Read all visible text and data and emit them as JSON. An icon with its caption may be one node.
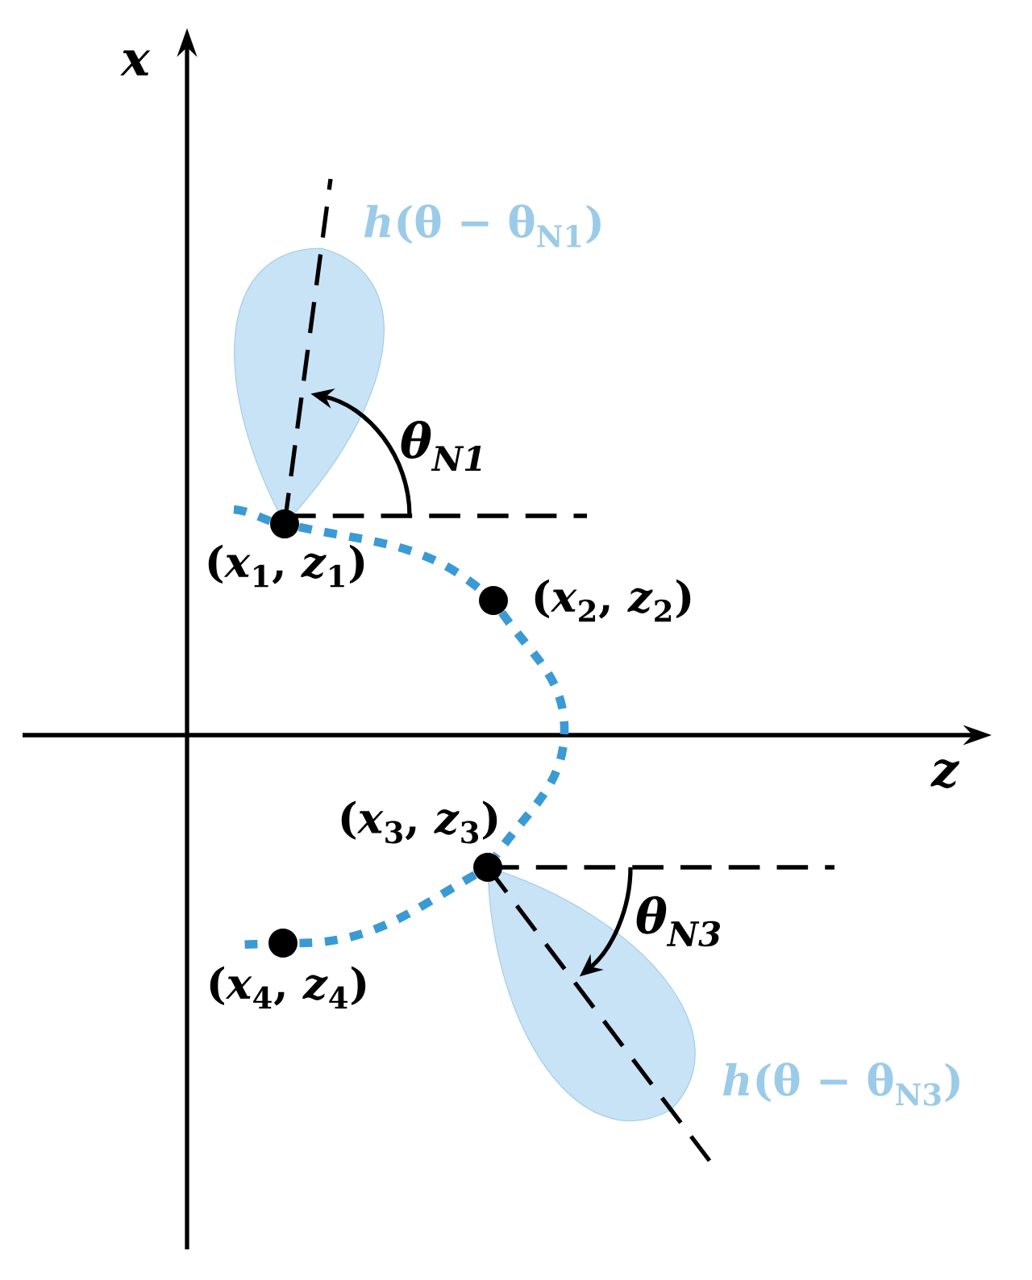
{
  "diagram": {
    "nodes": [
      {
        "text": [],
        "shape": "circle",
        "beside": [
          "(*x*$_{1}$, *z*$_{1}$)"
        ]
      },
      {
        "text": [],
        "shape": "circle",
        "beside": [
          "(*x*$_{2}$, *z*$_{2}$)"
        ]
      },
      {
        "text": [],
        "shape": "circle",
        "beside": [
          "(*x*$_{3}$, *z*$_{3}$)"
        ]
      },
      {
        "text": [],
        "shape": "circle",
        "beside": [
          "(*x*$_{4}$, *z*$_{4}$)"
        ]
      }
    ],
    "edges": [
      {
        "from": 0,
        "to": 1,
        "arrow": "none",
        "style": "dashed"
      },
      {
        "from": 1,
        "to": 2,
        "arrow": "none",
        "style": "dashed"
      },
      {
        "from": 2,
        "to": 3,
        "arrow": "none",
        "style": "dashed"
      }
    ],
    "labels": [
      "x",
      "*h*(θ − θ$_{N1}$)",
      "θ$_{N1}$",
      "z",
      "θ$_{N3}$",
      "*h*(θ − θ$_{N3}$)"
    ]
  }
}
